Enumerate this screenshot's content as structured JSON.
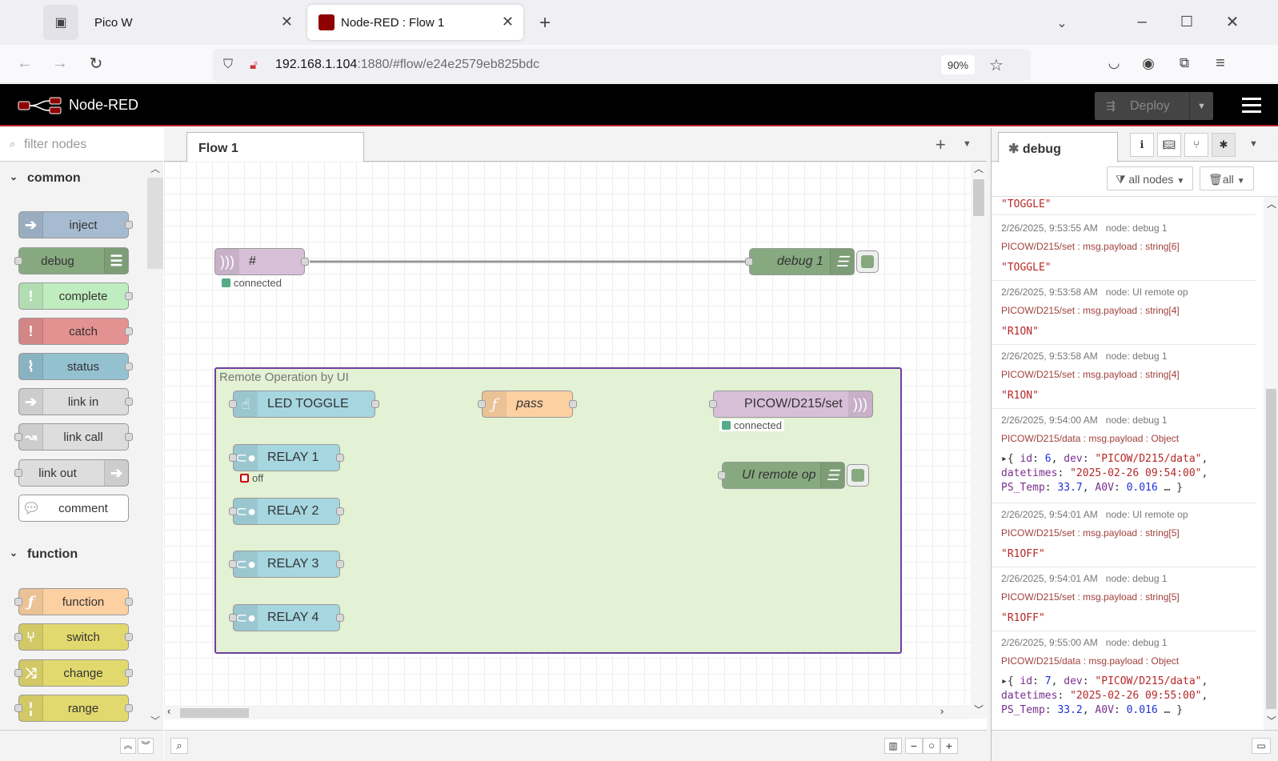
{
  "browser": {
    "tabs": [
      {
        "label": "Pico W"
      },
      {
        "label": "Node-RED : Flow 1"
      }
    ],
    "url_host": "192.168.1.104",
    "url_rest": ":1880/#flow/e24e2579eb825bdc",
    "zoom": "90%"
  },
  "header": {
    "app_title": "Node-RED",
    "deploy_label": "Deploy"
  },
  "palette": {
    "filter_placeholder": "filter nodes",
    "categories": [
      {
        "label": "common"
      },
      {
        "label": "function"
      }
    ],
    "common_nodes": [
      "inject",
      "debug",
      "complete",
      "catch",
      "status",
      "link in",
      "link call",
      "link out",
      "comment"
    ],
    "function_nodes": [
      "function",
      "switch",
      "change",
      "range"
    ]
  },
  "workspace": {
    "tab_label": "Flow 1",
    "group_label": "Remote Operation by UI",
    "nodes": {
      "mqtt_in": "#",
      "debug1": "debug 1",
      "led_toggle": "LED TOGGLE",
      "relay1": "RELAY 1",
      "relay2": "RELAY 2",
      "relay3": "RELAY 3",
      "relay4": "RELAY 4",
      "pass": "pass",
      "mqtt_out": "PICOW/D215/set",
      "ui_remote": "UI remote op"
    },
    "status": {
      "mqtt_in": "connected",
      "mqtt_out": "connected",
      "relay1": "off"
    },
    "colors": {
      "mqtt": "#d8bfd8",
      "debug": "#87a980",
      "ui": "#a6d6e0",
      "function": "#fdd0a2",
      "group_fill": "#e3f1d4",
      "group_border": "#6f3fa0"
    }
  },
  "sidebar": {
    "tab_label": "debug",
    "filter_label": "all nodes",
    "clear_label": "all",
    "messages": [
      {
        "value": "\"TOGGLE\""
      },
      {
        "meta": "2/26/2025, 9:53:55 AM",
        "node": "node: debug 1",
        "topic": "PICOW/D215/set : msg.payload : string[6]",
        "value": "\"TOGGLE\""
      },
      {
        "meta": "2/26/2025, 9:53:58 AM",
        "node": "node: UI remote op",
        "topic": "PICOW/D215/set : msg.payload : string[4]",
        "value": "\"R1ON\""
      },
      {
        "meta": "2/26/2025, 9:53:58 AM",
        "node": "node: debug 1",
        "topic": "PICOW/D215/set : msg.payload : string[4]",
        "value": "\"R1ON\""
      },
      {
        "meta": "2/26/2025, 9:54:00 AM",
        "node": "node: debug 1",
        "topic": "PICOW/D215/data : msg.payload : Object",
        "obj": {
          "id": "6",
          "dev": "\"PICOW/D215/data\"",
          "datetimes": "\"2025-02-26 09:54:00\"",
          "ps_temp": "33.7",
          "a0v": "0.016"
        }
      },
      {
        "meta": "2/26/2025, 9:54:01 AM",
        "node": "node: UI remote op",
        "topic": "PICOW/D215/set : msg.payload : string[5]",
        "value": "\"R1OFF\""
      },
      {
        "meta": "2/26/2025, 9:54:01 AM",
        "node": "node: debug 1",
        "topic": "PICOW/D215/set : msg.payload : string[5]",
        "value": "\"R1OFF\""
      },
      {
        "meta": "2/26/2025, 9:55:00 AM",
        "node": "node: debug 1",
        "topic": "PICOW/D215/data : msg.payload : Object",
        "obj": {
          "id": "7",
          "dev": "\"PICOW/D215/data\"",
          "datetimes": "\"2025-02-26 09:55:00\"",
          "ps_temp": "33.2",
          "a0v": "0.016"
        }
      }
    ]
  }
}
